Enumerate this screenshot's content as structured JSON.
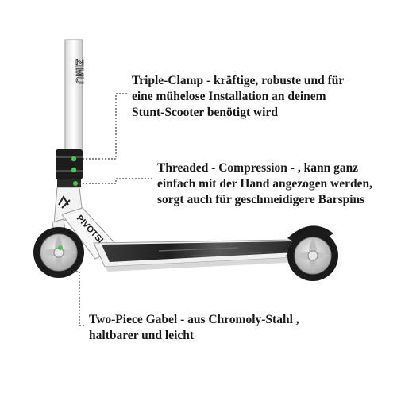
{
  "callouts": {
    "triple_clamp": "Triple-Clamp - kräftige, robuste und für\neine mühelose Installation an deinem\nStunt-Scooter benötigt wird",
    "compression": "Threaded - Compression - , kann ganz\neinfach mit der Hand angezogen werden,\nsorgt auch für geschmeidigere Barspins",
    "fork": "Two-Piece Gabel - aus Chromoly-Stahl ,\nhaltbarer und leicht"
  },
  "product": {
    "down_tube_lettering": "PIVOTSLICK",
    "bar_lettering": "ZIMU"
  },
  "colors": {
    "frame": "#f3f3f3",
    "deck_grip": "#2b2b2b",
    "accent": "#4ec34e",
    "wheel_tire": "#1b1b1b",
    "wheel_core": "#cfcfcf",
    "leader_line": "#444444"
  }
}
